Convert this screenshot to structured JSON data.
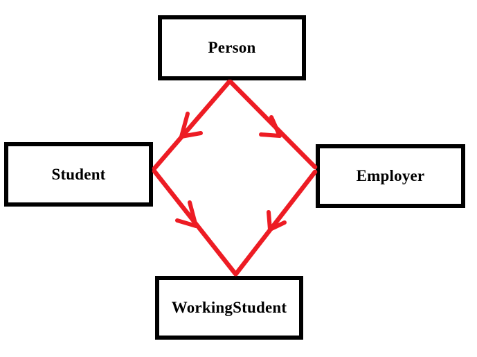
{
  "diagram": {
    "type": "class-inheritance-diamond",
    "background_color": "#ffffff",
    "box_border_color": "#000000",
    "arrow_color": "#ed1c24",
    "nodes": [
      {
        "id": "person",
        "label": "Person"
      },
      {
        "id": "student",
        "label": "Student"
      },
      {
        "id": "employer",
        "label": "Employer"
      },
      {
        "id": "workingstudent",
        "label": "WorkingStudent"
      }
    ],
    "edges": [
      {
        "from": "Person",
        "to": "Student"
      },
      {
        "from": "Person",
        "to": "Employer"
      },
      {
        "from": "Student",
        "to": "WorkingStudent"
      },
      {
        "from": "Employer",
        "to": "WorkingStudent"
      }
    ]
  }
}
